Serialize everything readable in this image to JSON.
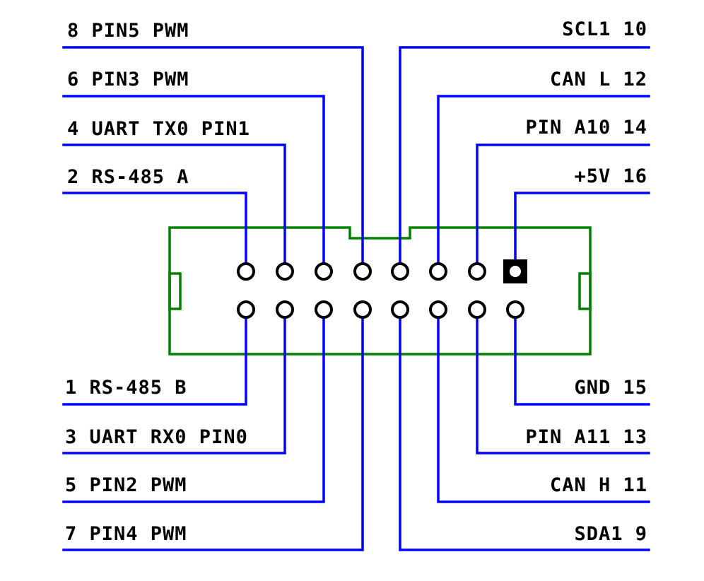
{
  "colors": {
    "wire": "#0000ff",
    "housing": "#008000",
    "text": "#000000",
    "background": "#ffffff"
  },
  "labels": {
    "pin8": "8 PIN5 PWM",
    "pin6": "6 PIN3 PWM",
    "pin4": "4 UART TX0 PIN1",
    "pin2": "2 RS-485 A",
    "pin1": "1 RS-485 B",
    "pin3": "3 UART RX0 PIN0",
    "pin5": "5 PIN2 PWM",
    "pin7": "7 PIN4 PWM",
    "pin10": "SCL1 10",
    "pin12": "CAN L 12",
    "pin14": "PIN A10 14",
    "pin16": "+5V 16",
    "pin15": "GND 15",
    "pin13": "PIN A11 13",
    "pin11": "CAN H 11",
    "pin9": "SDA1 9"
  }
}
